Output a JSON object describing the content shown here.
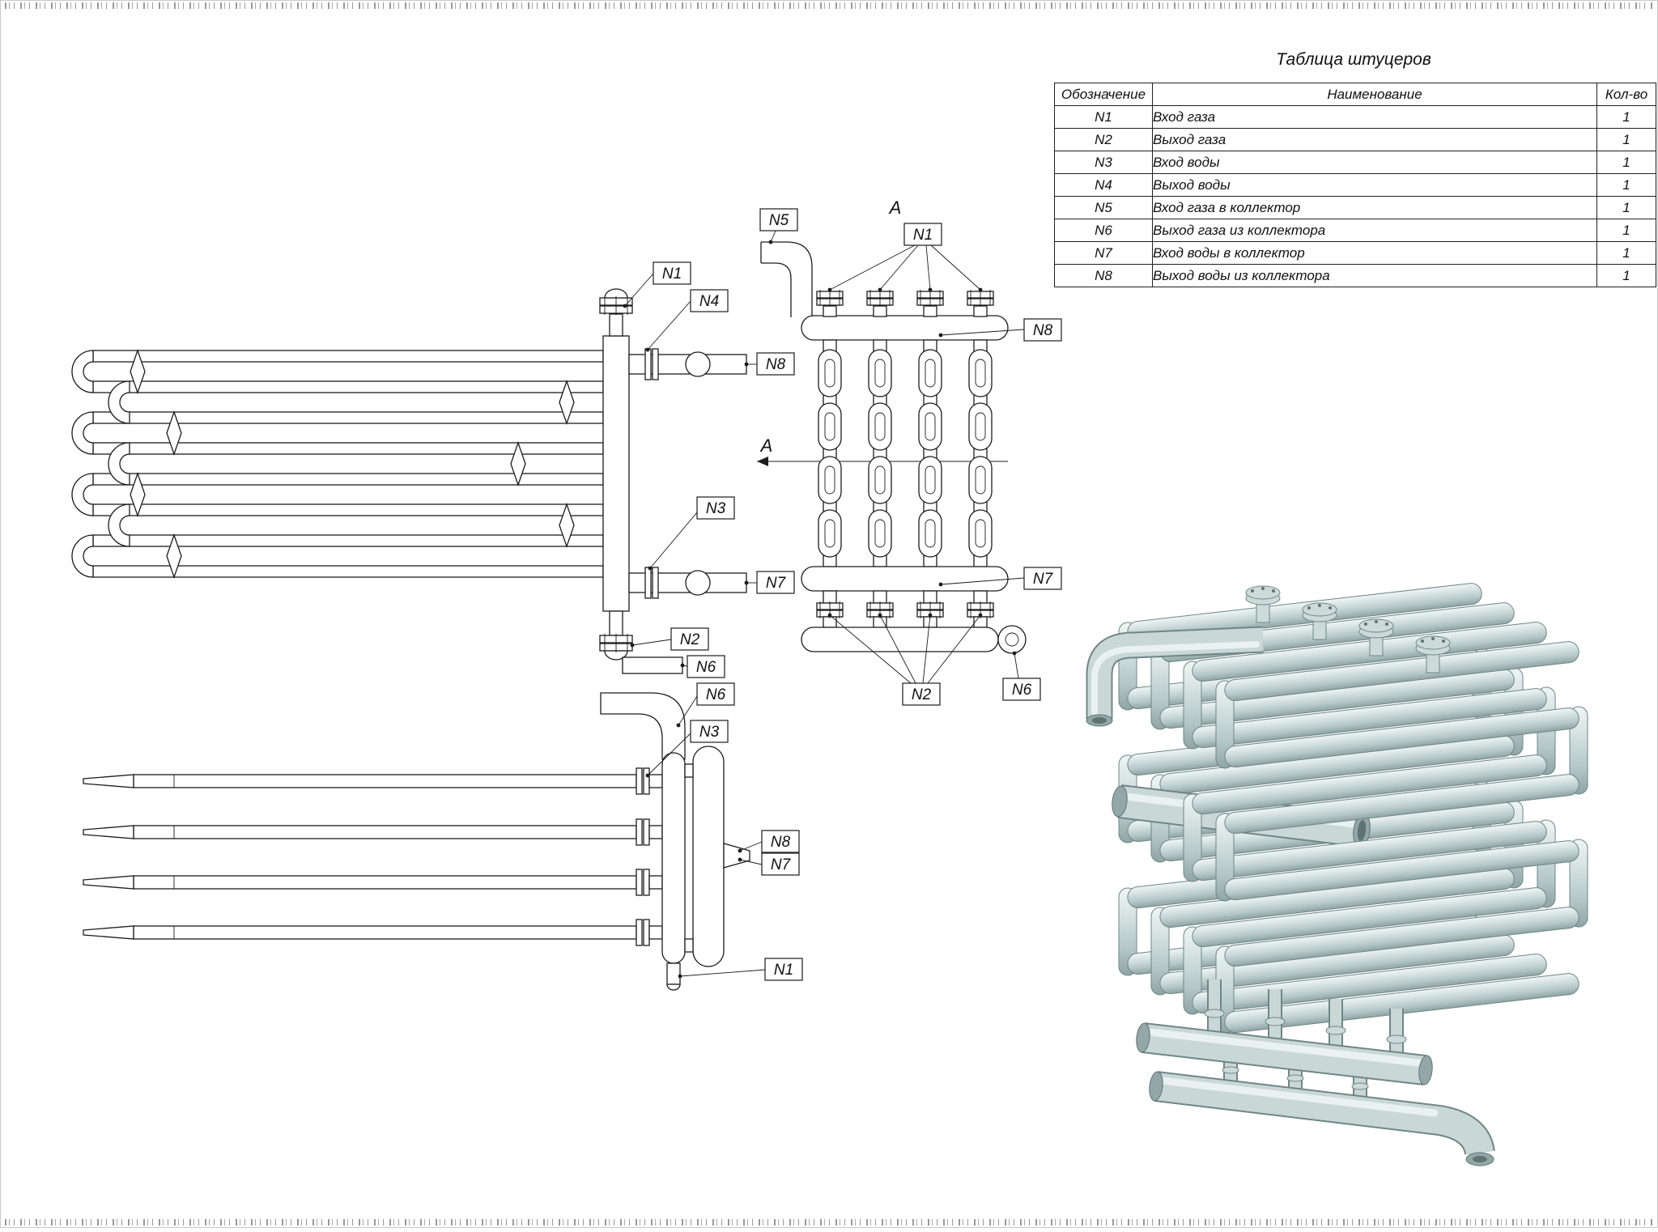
{
  "drawing": {
    "section_label": "А",
    "callouts": {
      "n1": "N1",
      "n2": "N2",
      "n3": "N3",
      "n4": "N4",
      "n5": "N5",
      "n6": "N6",
      "n7": "N7",
      "n8": "N8"
    }
  },
  "table": {
    "title": "Таблица штуцеров",
    "headers": {
      "designation": "Обозначение",
      "name": "Наименование",
      "qty": "Кол-во"
    },
    "rows": [
      {
        "designation": "N1",
        "name": "Вход газа",
        "qty": "1"
      },
      {
        "designation": "N2",
        "name": "Выход газа",
        "qty": "1"
      },
      {
        "designation": "N3",
        "name": "Вход воды",
        "qty": "1"
      },
      {
        "designation": "N4",
        "name": "Выход воды",
        "qty": "1"
      },
      {
        "designation": "N5",
        "name": "Вход газа в коллектор",
        "qty": "1"
      },
      {
        "designation": "N6",
        "name": "Выход газа из коллектора",
        "qty": "1"
      },
      {
        "designation": "N7",
        "name": "Вход воды в коллектор",
        "qty": "1"
      },
      {
        "designation": "N8",
        "name": "Выход воды из коллектора",
        "qty": "1"
      }
    ]
  }
}
